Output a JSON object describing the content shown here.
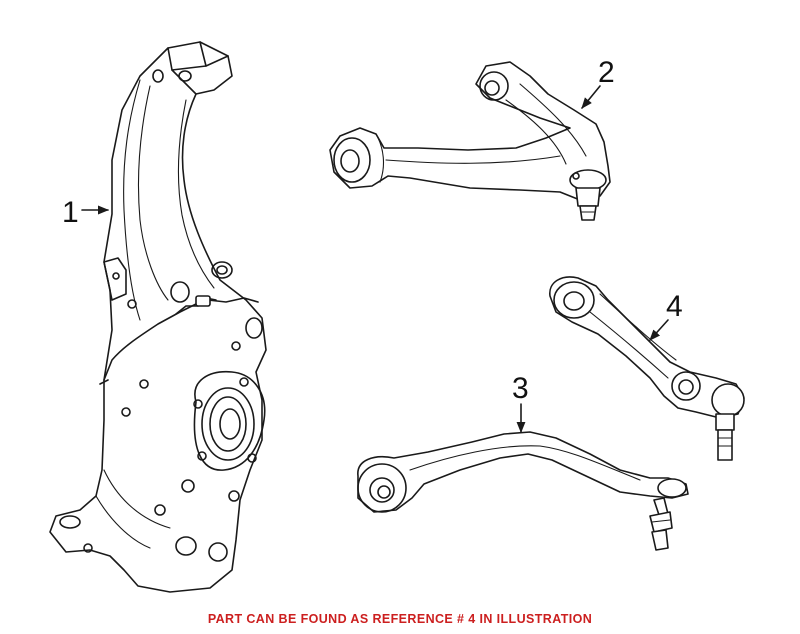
{
  "callouts": [
    {
      "id": "1",
      "label": "1"
    },
    {
      "id": "2",
      "label": "2"
    },
    {
      "id": "3",
      "label": "3"
    },
    {
      "id": "4",
      "label": "4"
    }
  ],
  "footer": {
    "text": "PART CAN BE FOUND AS REFERENCE # 4 IN ILLUSTRATION",
    "color": "#cc1f1f"
  }
}
